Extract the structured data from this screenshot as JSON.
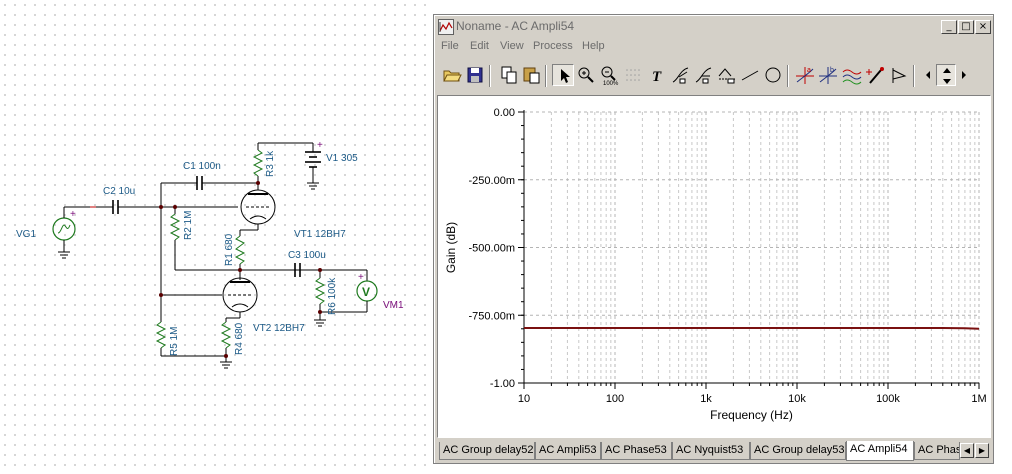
{
  "schematic": {
    "labels": {
      "vg1": "VG1",
      "c2": "C2 10u",
      "c1": "C1 100n",
      "r3": "R3 1k",
      "v1": "V1 305",
      "r2": "R2 1M",
      "r1": "R1 680",
      "vt1": "VT1 12BH7",
      "c3": "C3 100u",
      "r6": "R6 100k",
      "vm1": "VM1",
      "r5": "R5 1M",
      "r4": "R4 680",
      "vt2": "VT2 12BH7",
      "plus1": "+",
      "plus2": "+",
      "plus3": "+",
      "vm_letter": "V"
    }
  },
  "window": {
    "title": "Noname - AC Ampli54",
    "controls": {
      "minimize": "_",
      "maximize": "□",
      "close": "×"
    },
    "menu": [
      "File",
      "Edit",
      "View",
      "Process",
      "Help"
    ],
    "toolbar": [
      "open-icon",
      "save-icon",
      "copy-icon",
      "paste-icon",
      "pointer-icon",
      "zoom-in-icon",
      "zoom-100-icon",
      "grid-icon",
      "text-icon",
      "cursor-a-icon",
      "cursor-b-icon",
      "cursor-c-icon",
      "line-icon",
      "circle-icon",
      "marker-a-icon",
      "marker-b-icon",
      "curve-icon",
      "probe-icon",
      "flag-icon"
    ],
    "tabs": [
      "AC Group delay52",
      "AC Ampli53",
      "AC Phase53",
      "AC Nyquist53",
      "AC Group delay53",
      "AC Ampli54",
      "AC Phas"
    ],
    "active_tab": 5
  },
  "chart_data": {
    "type": "line",
    "title": "",
    "xlabel": "Frequency (Hz)",
    "ylabel": "Gain (dB)",
    "x_scale": "log",
    "xlim": [
      10,
      1000000
    ],
    "ylim": [
      -1.0,
      0.0
    ],
    "x_ticks": [
      10,
      100,
      1000,
      10000,
      100000,
      1000000
    ],
    "x_tick_labels": [
      "10",
      "100",
      "1k",
      "10k",
      "100k",
      "1M"
    ],
    "y_ticks": [
      0.0,
      -0.25,
      -0.5,
      -0.75,
      -1.0
    ],
    "y_tick_labels": [
      "0.00",
      "-250.00m",
      "-500.00m",
      "-750.00m",
      "-1.00"
    ],
    "grid": true,
    "series": [
      {
        "color": "#7a1010",
        "x": [
          10,
          100,
          1000,
          10000,
          100000,
          400000,
          700000,
          1000000
        ],
        "y": [
          -0.797,
          -0.797,
          -0.797,
          -0.797,
          -0.797,
          -0.797,
          -0.798,
          -0.8
        ]
      }
    ]
  }
}
